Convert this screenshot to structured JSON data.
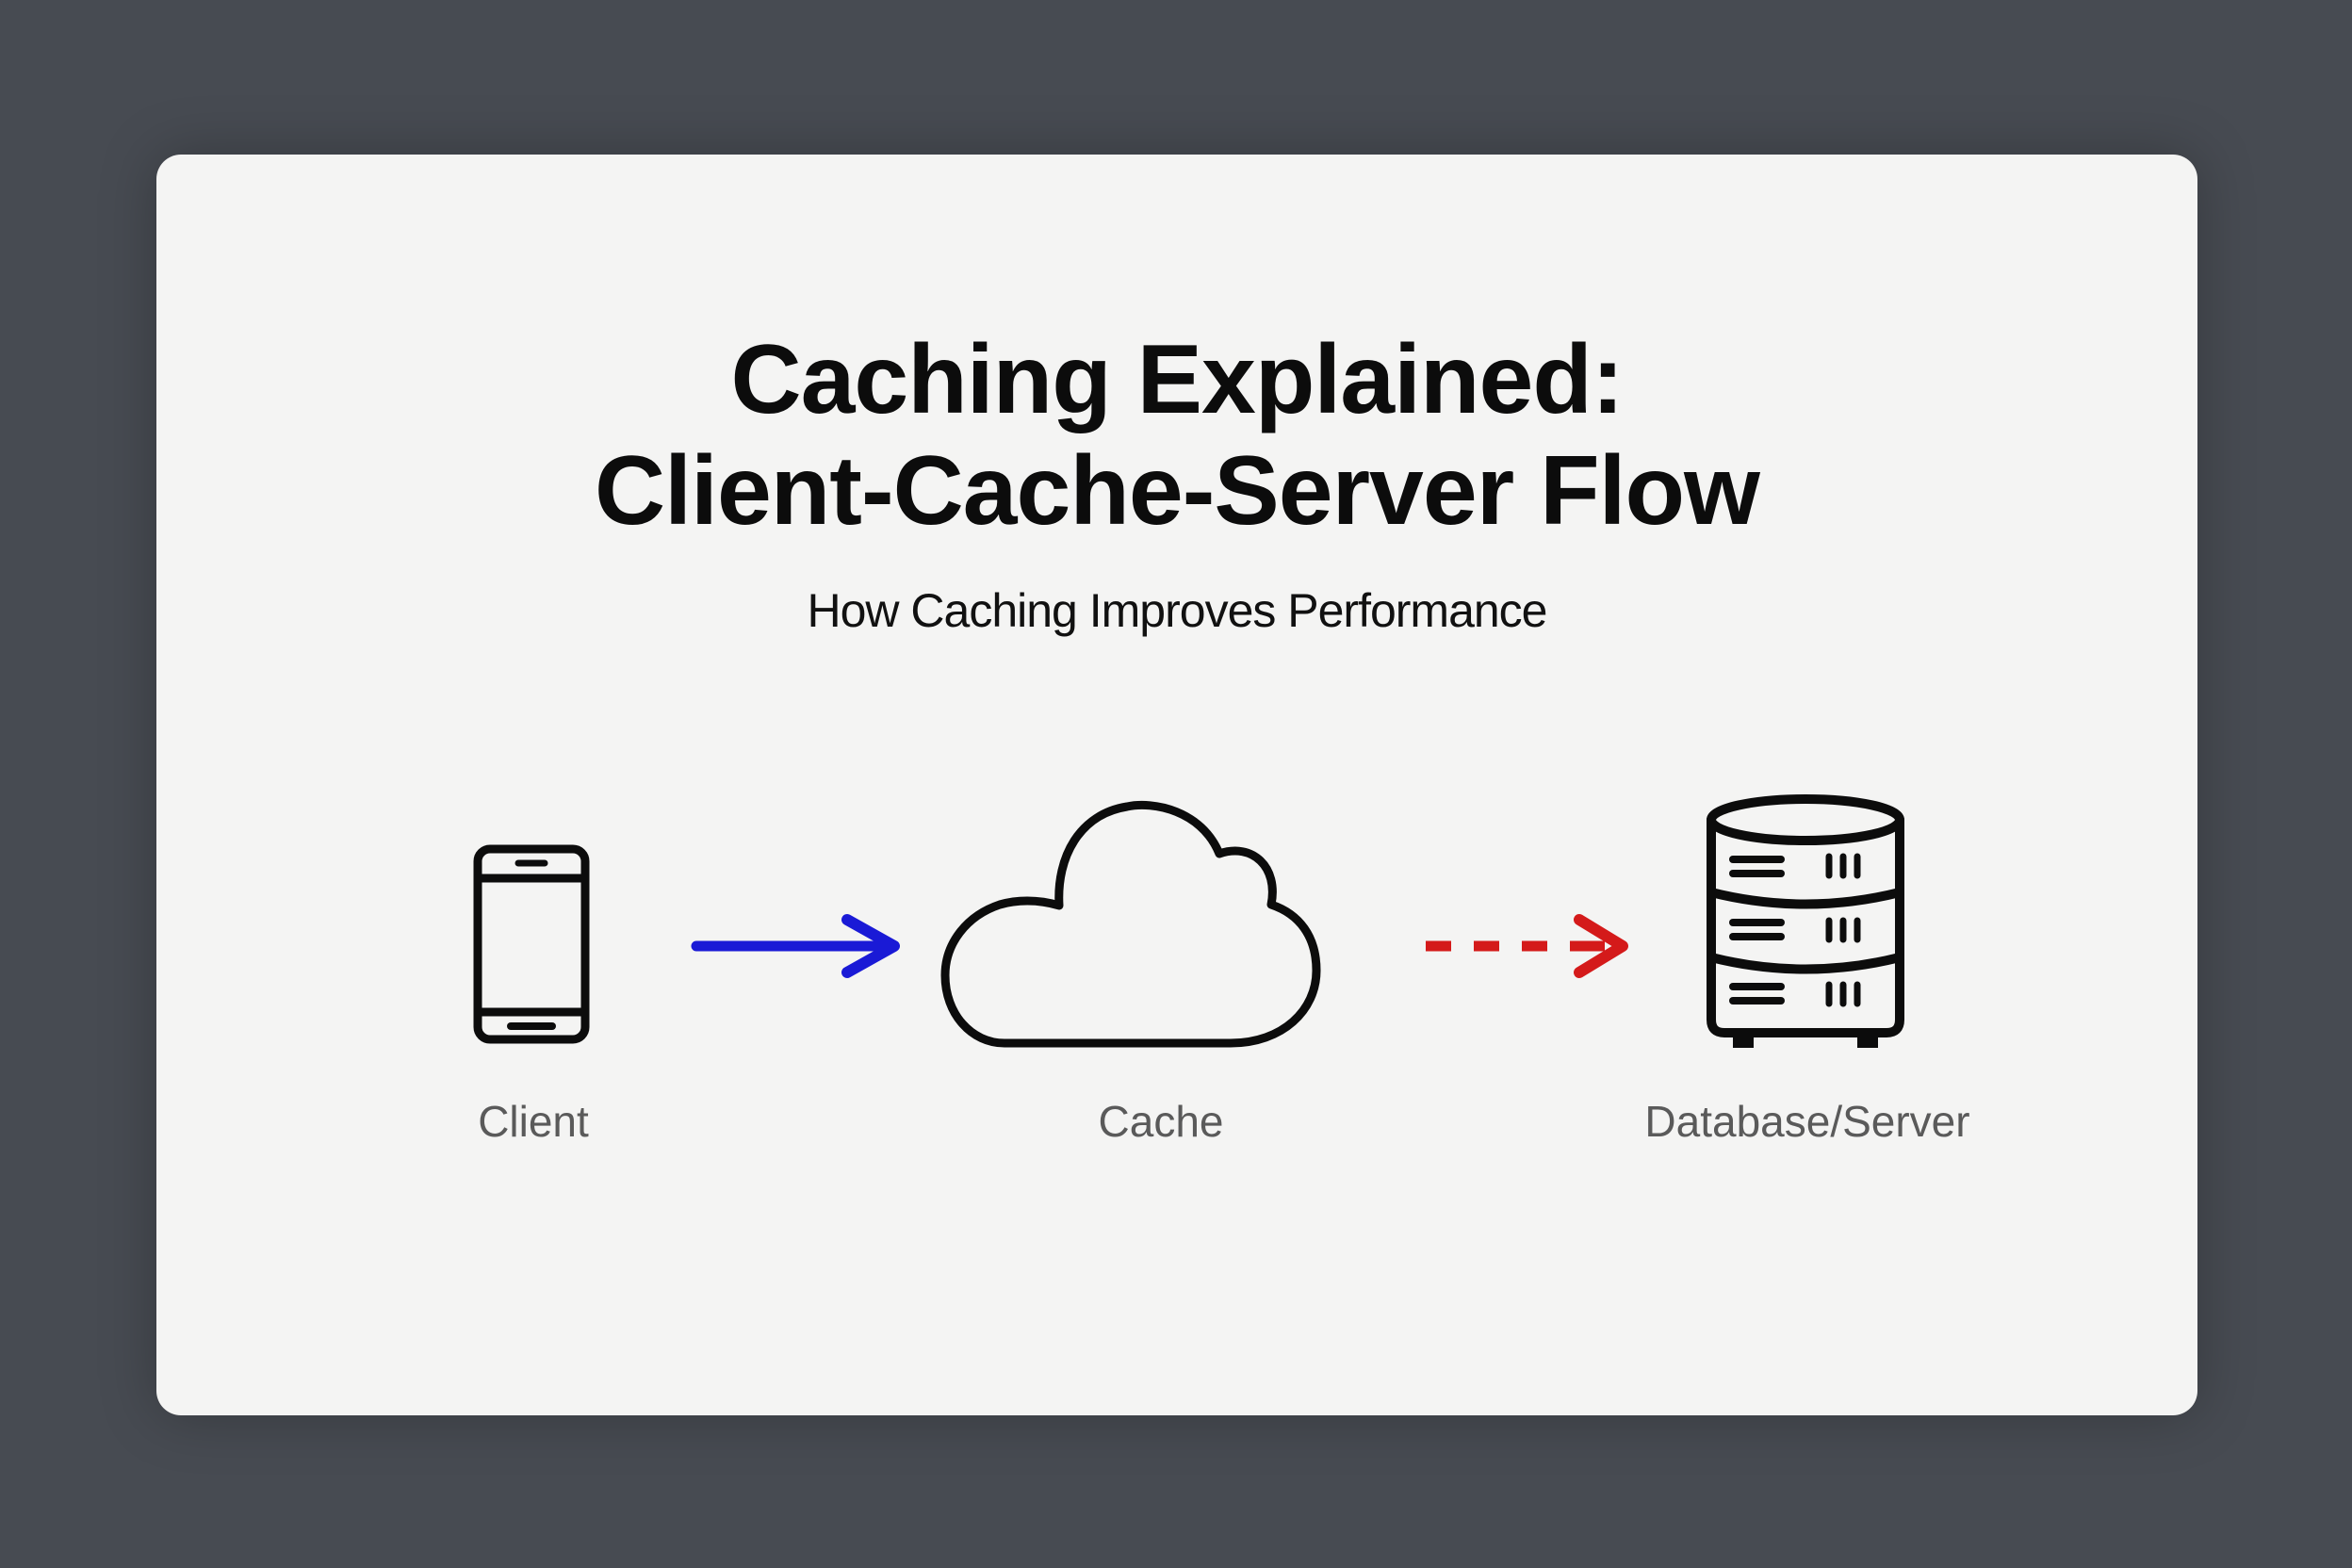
{
  "diagram": {
    "title_line1": "Caching Explained:",
    "title_line2": "Client-Cache-Server Flow",
    "subtitle": "How Caching Improves Performance",
    "nodes": [
      {
        "id": "client",
        "label": "Client",
        "icon": "smartphone-icon"
      },
      {
        "id": "cache",
        "label": "Cache",
        "icon": "cloud-icon"
      },
      {
        "id": "server",
        "label": "Database/Server",
        "icon": "database-server-icon"
      }
    ],
    "edges": [
      {
        "from": "client",
        "to": "cache",
        "style": "solid",
        "color": "#1a1ad6"
      },
      {
        "from": "cache",
        "to": "server",
        "style": "dashed",
        "color": "#d41a1a"
      }
    ]
  },
  "colors": {
    "background": "#474b52",
    "card": "#f4f4f3",
    "icon_stroke": "#0c0c0c",
    "label": "#5a5a5a"
  }
}
